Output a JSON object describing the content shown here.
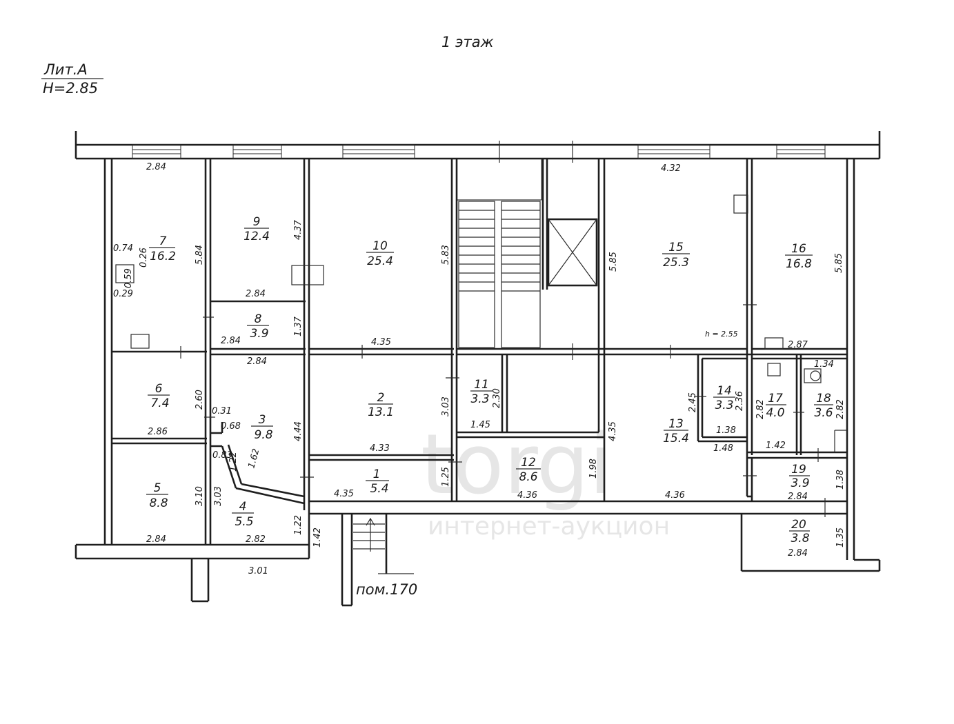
{
  "title": "1 этаж",
  "header": {
    "letter": "Лит.А",
    "height": "H=2.85"
  },
  "note": "пом.170",
  "ceiling_note": "h = 2.55",
  "watermark": {
    "main": "torgi",
    "sub": "интернет-аукцион"
  },
  "rooms": [
    {
      "num": "1",
      "area": "5.4"
    },
    {
      "num": "2",
      "area": "13.1"
    },
    {
      "num": "3",
      "area": "9.8"
    },
    {
      "num": "4",
      "area": "5.5"
    },
    {
      "num": "5",
      "area": "8.8"
    },
    {
      "num": "6",
      "area": "7.4"
    },
    {
      "num": "7",
      "area": "16.2"
    },
    {
      "num": "8",
      "area": "3.9"
    },
    {
      "num": "9",
      "area": "12.4"
    },
    {
      "num": "10",
      "area": "25.4"
    },
    {
      "num": "11",
      "area": "3.3"
    },
    {
      "num": "12",
      "area": "8.6"
    },
    {
      "num": "13",
      "area": "15.4"
    },
    {
      "num": "14",
      "area": "3.3"
    },
    {
      "num": "15",
      "area": "25.3"
    },
    {
      "num": "16",
      "area": "16.8"
    },
    {
      "num": "17",
      "area": "4.0"
    },
    {
      "num": "18",
      "area": "3.6"
    },
    {
      "num": "19",
      "area": "3.9"
    },
    {
      "num": "20",
      "area": "3.8"
    }
  ],
  "dimensions": [
    "2.84",
    "5.84",
    "0.74",
    "0.26",
    "0.59",
    "0.29",
    "4.37",
    "2.84",
    "1.37",
    "2.84",
    "2.84",
    "5.83",
    "4.35",
    "4.32",
    "5.85",
    "5.85",
    "2.87",
    "2.60",
    "2.86",
    "0.31",
    "0.68",
    "4.44",
    "0.83",
    "1.22",
    "1.62",
    "3.03",
    "4.33",
    "2.30",
    "1.45",
    "4.35",
    "1.48",
    "2.45",
    "2.36",
    "1.38",
    "2.82",
    "1.42",
    "1.34",
    "2.82",
    "3.10",
    "2.84",
    "3.03",
    "2.82",
    "1.22",
    "1.42",
    "4.35",
    "1.25",
    "4.36",
    "1.98",
    "4.36",
    "1.38",
    "2.84",
    "1.35",
    "2.84",
    "3.01"
  ]
}
